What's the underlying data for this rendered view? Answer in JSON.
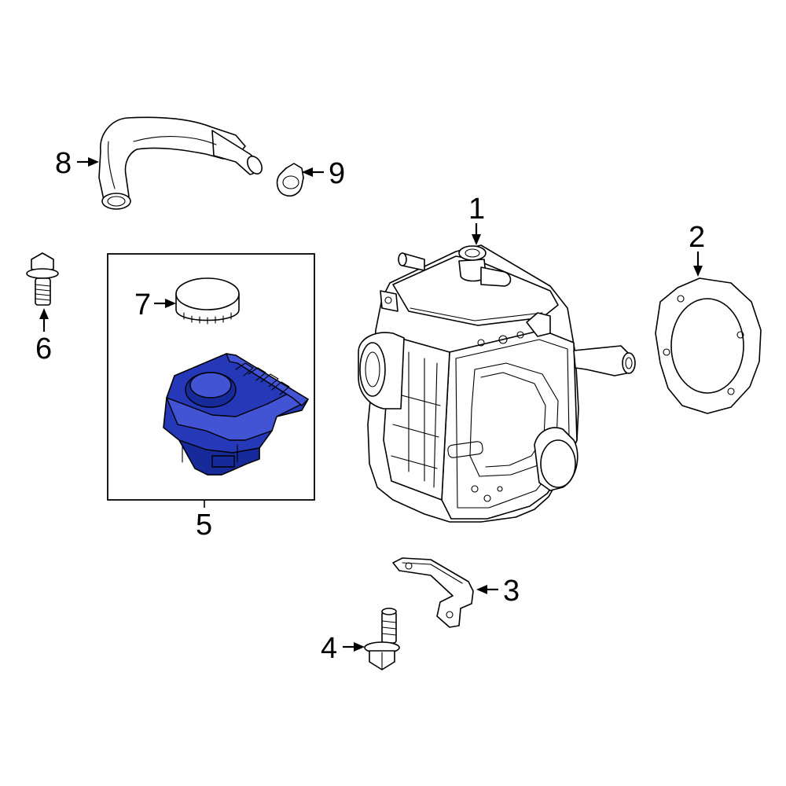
{
  "diagram": {
    "callouts": {
      "c1": "1",
      "c2": "2",
      "c3": "3",
      "c4": "4",
      "c5": "5",
      "c6": "6",
      "c7": "7",
      "c8": "8",
      "c9": "9"
    },
    "highlight_color": "#2438b8",
    "line_color": "#000000",
    "background": "#ffffff"
  }
}
